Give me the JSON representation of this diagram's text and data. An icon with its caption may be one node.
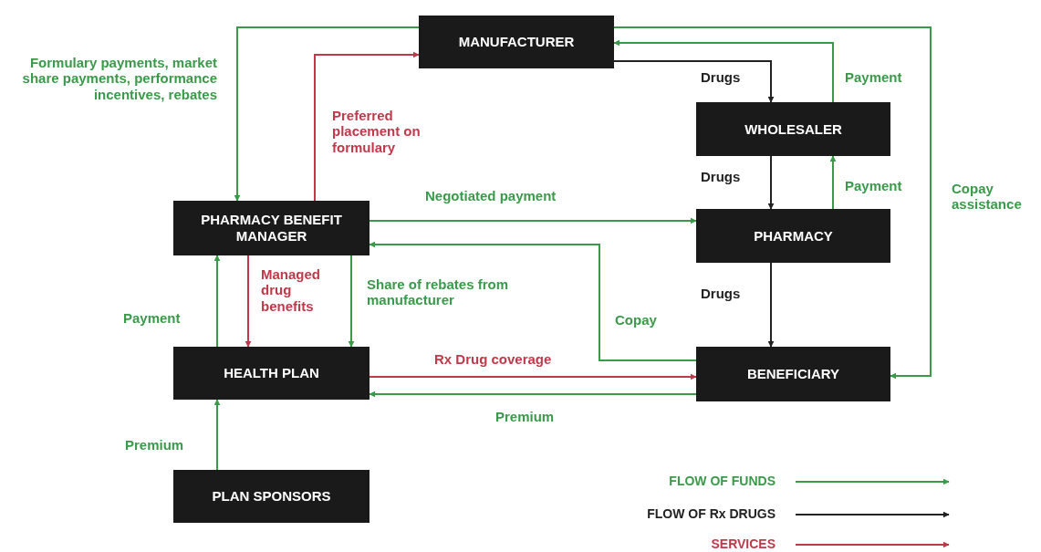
{
  "diagram": {
    "nodes": [
      {
        "text": [
          "MANUFACTURER"
        ]
      },
      {
        "text": [
          "WHOLESALER"
        ]
      },
      {
        "text": [
          "PHARMACY BENEFIT MANAGER"
        ]
      },
      {
        "text": [
          "PHARMACY"
        ]
      },
      {
        "text": [
          "HEALTH PLAN"
        ]
      },
      {
        "text": [
          "BENEFICIARY"
        ]
      },
      {
        "text": [
          "PLAN SPONSORS"
        ]
      }
    ],
    "edges": [
      {
        "from": 0,
        "to": 2,
        "arrow": "to",
        "label": "Formulary payments, market share payments, performance incentives, rebates"
      },
      {
        "from": 2,
        "to": 0,
        "arrow": "to",
        "label": "Preferred placement on formulary",
        "color": "#c0394a"
      },
      {
        "from": 0,
        "to": 1,
        "arrow": "to",
        "label": "Drugs",
        "color": "#222222"
      },
      {
        "from": 1,
        "to": 0,
        "arrow": "to",
        "label": "Payment"
      },
      {
        "from": 0,
        "to": 5,
        "arrow": "to",
        "label": "Copay assistance"
      },
      {
        "from": 1,
        "to": 3,
        "arrow": "to",
        "label": "Drugs",
        "color": "#222222"
      },
      {
        "from": 3,
        "to": 1,
        "arrow": "to",
        "label": "Payment"
      },
      {
        "from": 2,
        "to": 3,
        "arrow": "to",
        "label": "Negotiated payment"
      },
      {
        "from": 5,
        "to": 2,
        "arrow": "to",
        "label": "Copay"
      },
      {
        "from": 3,
        "to": 5,
        "arrow": "to",
        "label": "Drugs",
        "color": "#222222"
      },
      {
        "from": 4,
        "to": 2,
        "arrow": "to",
        "label": "Payment"
      },
      {
        "from": 2,
        "to": 4,
        "arrow": "to",
        "label": "Managed drug benefits",
        "color": "#c0394a"
      },
      {
        "from": 2,
        "to": 4,
        "arrow": "to",
        "label": "Share of rebates from manufacturer"
      },
      {
        "from": 4,
        "to": 5,
        "arrow": "to",
        "label": "Rx Drug coverage",
        "color": "#c0394a"
      },
      {
        "from": 5,
        "to": 4,
        "arrow": "to",
        "label": "Premium"
      },
      {
        "from": 6,
        "to": 4,
        "arrow": "to",
        "label": "Premium"
      }
    ],
    "legend": [
      {
        "text": "FLOW OF FUNDS"
      },
      {
        "text": "FLOW OF Rx DRUGS"
      },
      {
        "text": "SERVICES"
      }
    ]
  }
}
